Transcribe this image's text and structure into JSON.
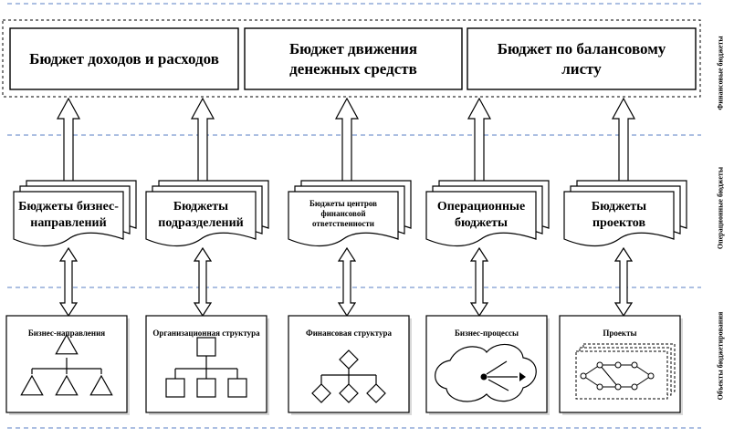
{
  "financial_budgets": [
    {
      "id": "bdr",
      "label": "Бюджет доходов и расходов"
    },
    {
      "id": "bdds",
      "label": "Бюджет движения\nденежных средств"
    },
    {
      "id": "bbl",
      "label": "Бюджет по балансовому\nлисту"
    }
  ],
  "operational_budgets": [
    {
      "id": "business-directions",
      "label": "Бюджеты бизнес-\nнаправлений"
    },
    {
      "id": "departments",
      "label": "Бюджеты\nподразделений"
    },
    {
      "id": "financial-centers",
      "label": "Бюджеты центров\nфинансовой\nответственности"
    },
    {
      "id": "operational",
      "label": "Операционные\nбюджеты"
    },
    {
      "id": "projects",
      "label": "Бюджеты\nпроектов"
    }
  ],
  "objects": [
    {
      "id": "business-directions",
      "label": "Бизнес-направления",
      "icon": "triangle-tree"
    },
    {
      "id": "org-structure",
      "label": "Организационная структура",
      "icon": "square-tree"
    },
    {
      "id": "fin-structure",
      "label": "Финансовая структура",
      "icon": "diamond-tree"
    },
    {
      "id": "business-processes",
      "label": "Бизнес-процессы",
      "icon": "process-cloud"
    },
    {
      "id": "projects",
      "label": "Проекты",
      "icon": "project-network"
    }
  ],
  "side_labels": {
    "financial": "Финансовые бюджеты",
    "operational": "Операционные бюджеты",
    "objects": "Объекты бюджетирования"
  },
  "colors": {
    "line": "#000000",
    "divider": "#5a7fc4",
    "paper": "#ffffff"
  }
}
